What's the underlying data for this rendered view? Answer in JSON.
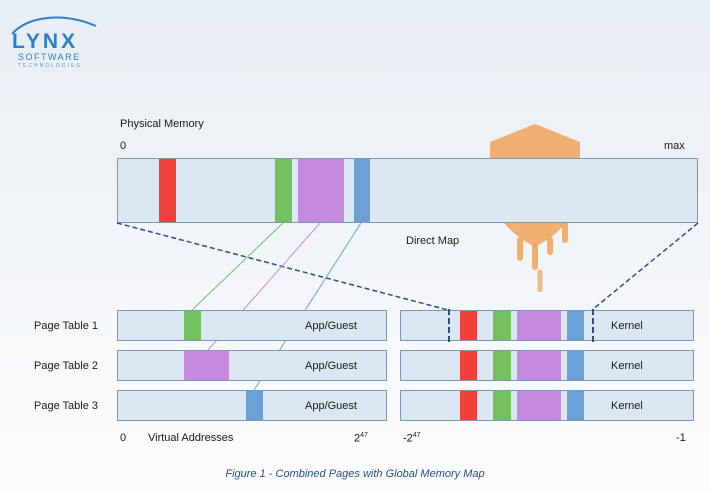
{
  "logo": {
    "main": "LYNX",
    "sub": "SOFTWARE",
    "tag": "TECHNOLOGIES"
  },
  "physical": {
    "title": "Physical Memory",
    "start": "0",
    "end": "max",
    "direct_map": "Direct Map"
  },
  "page_tables": [
    {
      "label": "Page Table 1",
      "app": "App/Guest",
      "kernel": "Kernel"
    },
    {
      "label": "Page Table 2",
      "app": "App/Guest",
      "kernel": "Kernel"
    },
    {
      "label": "Page Table 3",
      "app": "App/Guest",
      "kernel": "Kernel"
    }
  ],
  "axis": {
    "zero": "0",
    "virtual": "Virtual Addresses",
    "two": "2",
    "exp47": "47",
    "neg_two": "-2",
    "neg_exp47": "47",
    "neg_one": "-1"
  },
  "caption": "Figure 1 - Combined Pages with Global Memory Map",
  "colors": {
    "red": "#f0403a",
    "green": "#72c15e",
    "purple": "#c58ae0",
    "blue": "#6aa0d6",
    "shield": "#f0a35a"
  }
}
